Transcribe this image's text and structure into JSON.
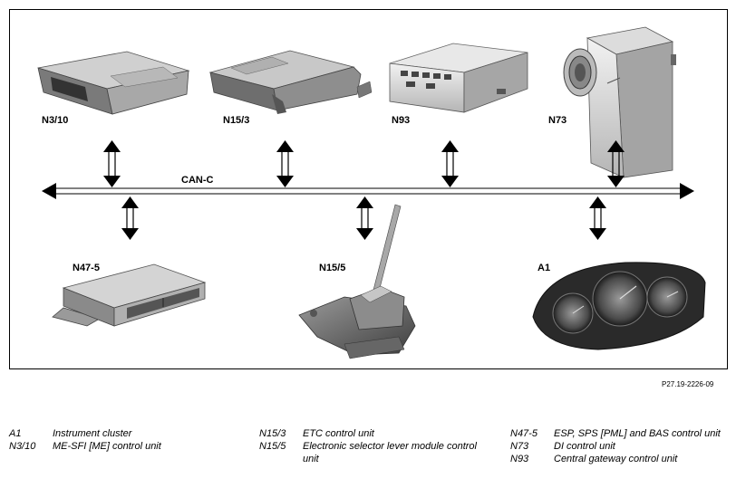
{
  "bus_label": "CAN-C",
  "reference": "P27.19-2226-09",
  "units": {
    "n3_10": "N3/10",
    "n15_3": "N15/3",
    "n93": "N93",
    "n73": "N73",
    "n47_5": "N47-5",
    "n15_5": "N15/5",
    "a1": "A1"
  },
  "legend": {
    "col1": [
      {
        "code": "A1",
        "desc": "Instrument cluster"
      },
      {
        "code": "N3/10",
        "desc": "ME-SFI [ME] control unit"
      }
    ],
    "col2": [
      {
        "code": "N15/3",
        "desc": "ETC control unit"
      },
      {
        "code": "N15/5",
        "desc": "Electronic selector lever module control unit"
      }
    ],
    "col3": [
      {
        "code": "N47-5",
        "desc": "ESP, SPS [PML] and BAS control unit"
      },
      {
        "code": "N73",
        "desc": "DI control unit"
      },
      {
        "code": "N93",
        "desc": "Central gateway control unit"
      }
    ]
  }
}
